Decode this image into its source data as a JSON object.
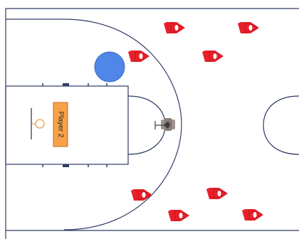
{
  "court": {
    "line_color": "#2f3a66",
    "background_color": "#ffffff"
  },
  "player_tag": {
    "label": "Player 2",
    "fill_color": "#f7a24a",
    "border_color": "#c07020"
  },
  "ball": {
    "color": "#4f86e8",
    "icon": "blue-circle-marker"
  },
  "coach": {
    "icon": "coach-figure-icon",
    "color": "#7a6f6a"
  },
  "cones": {
    "color": "#e8202a",
    "icon": "traffic-cone-icon",
    "count": 8
  }
}
